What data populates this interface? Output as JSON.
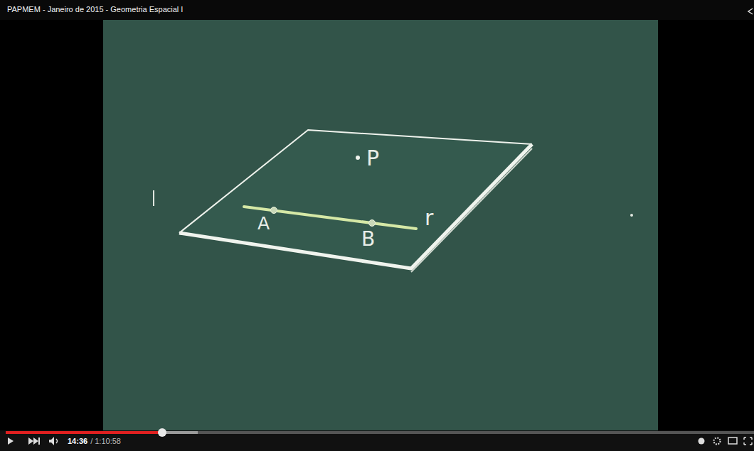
{
  "diagram": {
    "title": "PAPMEM - Janeiro de 2015 - Geometria Espacial I",
    "labels": [
      "P",
      "A",
      "B",
      "r",
      "14:36",
      "/ 1:10:58"
    ]
  }
}
